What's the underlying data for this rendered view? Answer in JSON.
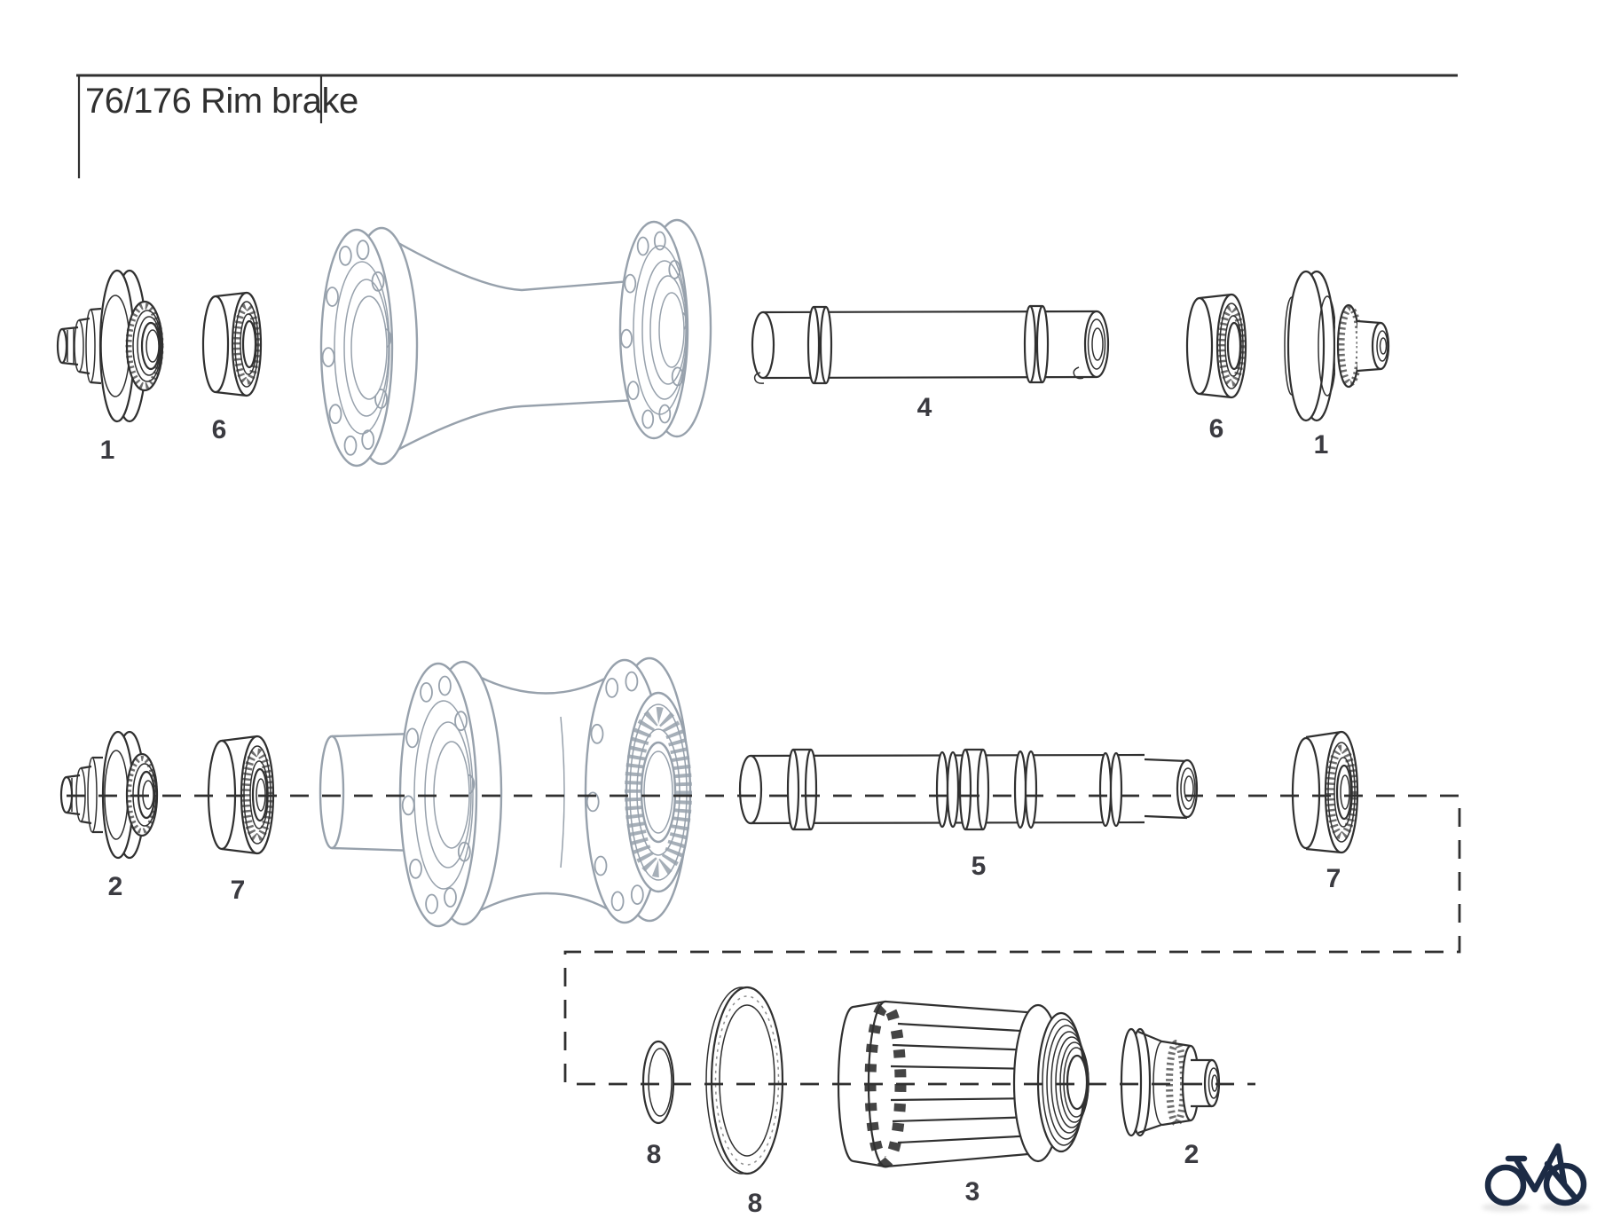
{
  "page": {
    "title": "76/176 Rim brake"
  },
  "colors": {
    "background": "#ffffff",
    "ink": "#303030",
    "hub_gray": "#97a1ac",
    "label": "#3b3b41",
    "logo_navy": "#1c2b45"
  },
  "front_hub": {
    "labels": {
      "end_cap_left": "1",
      "bearing_left": "6",
      "axle": "4",
      "bearing_right": "6",
      "end_cap_right": "1"
    }
  },
  "rear_hub": {
    "labels": {
      "end_cap_left": "2",
      "bearing_left": "7",
      "axle": "5",
      "bearing_right": "7"
    }
  },
  "freehub": {
    "labels": {
      "small_seal": "8",
      "large_seal": "8",
      "body": "3",
      "end_cap": "2"
    }
  },
  "logo": {
    "icon": "bicycle-logo"
  }
}
